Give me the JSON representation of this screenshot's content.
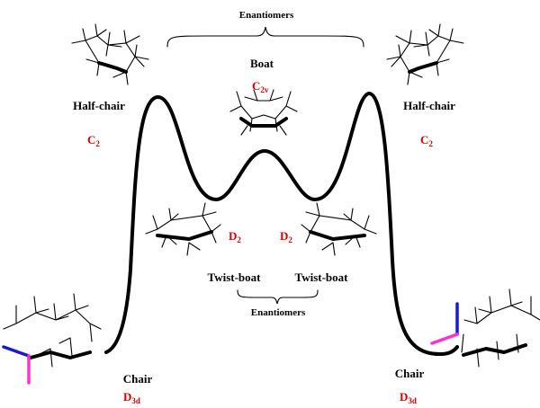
{
  "labels": {
    "enantiomers_top": "Enantiomers",
    "enantiomers_bottom": "Enantiomers",
    "boat": "Boat",
    "half_chair_left": "Half-chair",
    "half_chair_right": "Half-chair",
    "twist_boat_left": "Twist-boat",
    "twist_boat_right": "Twist-boat",
    "chair_left": "Chair",
    "chair_right": "Chair"
  },
  "symmetry": {
    "boat": {
      "base": "C",
      "sub": "2v"
    },
    "half_chair_left": {
      "base": "C",
      "sub": "2"
    },
    "half_chair_right": {
      "base": "C",
      "sub": "2"
    },
    "twist_boat_left": {
      "base": "D",
      "sub": "2"
    },
    "twist_boat_right": {
      "base": "D",
      "sub": "2"
    },
    "chair_left": {
      "base": "D",
      "sub": "3d"
    },
    "chair_right": {
      "base": "D",
      "sub": "3d"
    }
  },
  "colors": {
    "symmetry_text": "#d40000",
    "axial_bond": "#1a1acc",
    "equatorial_bond": "#ff33cc",
    "curve": "#000000"
  }
}
